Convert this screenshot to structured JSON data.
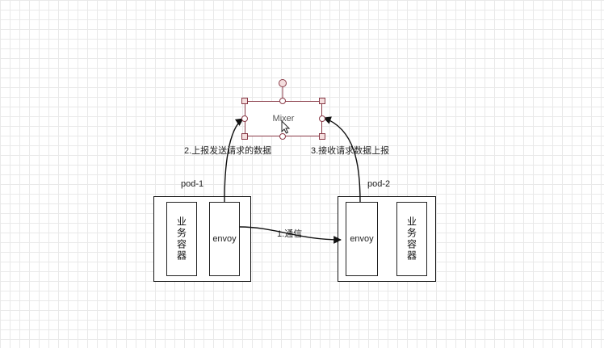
{
  "diagram": {
    "mixer": {
      "label": "Mixer"
    },
    "pod1": {
      "label": "pod-1",
      "business": "业务容器",
      "envoy": "envoy"
    },
    "pod2": {
      "label": "pod-2",
      "business": "业务容器",
      "envoy": "envoy"
    },
    "edges": {
      "communication": "1.通信",
      "report_request": "2.上报发送请求的数据",
      "report_receive": "3.接收请求数据上报"
    }
  },
  "colors": {
    "selection": "#8a3b48",
    "handle_fill": "#f4dede",
    "line": "#111111",
    "grid": "#e9e9e9"
  }
}
